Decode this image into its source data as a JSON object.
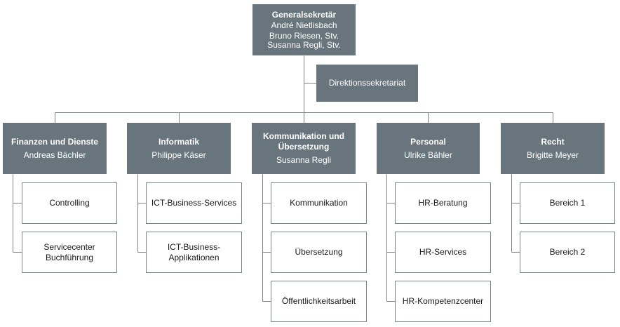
{
  "top": {
    "title": "Generalsekretär",
    "lines": [
      "André Nietlisbach",
      "Bruno Riesen, Stv.",
      "Susanna Regli, Stv."
    ]
  },
  "staff": {
    "label": "Direktionssekretariat"
  },
  "departments": [
    {
      "title": "Finanzen und Dienste",
      "head": "Andreas Bächler",
      "units": [
        "Controlling",
        "Servicecenter Buchführung"
      ]
    },
    {
      "title": "Informatik",
      "head": "Philippe Käser",
      "units": [
        "ICT-Business-Services",
        "ICT-Business-Applikationen"
      ]
    },
    {
      "title": "Kommunikation und Übersetzung",
      "head": "Susanna Regli",
      "units": [
        "Kommunikation",
        "Übersetzung",
        "Öffentlichkeitsarbeit"
      ]
    },
    {
      "title": "Personal",
      "head": "Ulrike Bähler",
      "units": [
        "HR-Beratung",
        "HR-Services",
        "HR-Kompetenzcenter"
      ]
    },
    {
      "title": "Recht",
      "head": "Brigitte Meyer",
      "units": [
        "Bereich 1",
        "Bereich 2"
      ]
    }
  ],
  "colors": {
    "dark_box": "#68757c",
    "connector": "#7c8488"
  }
}
